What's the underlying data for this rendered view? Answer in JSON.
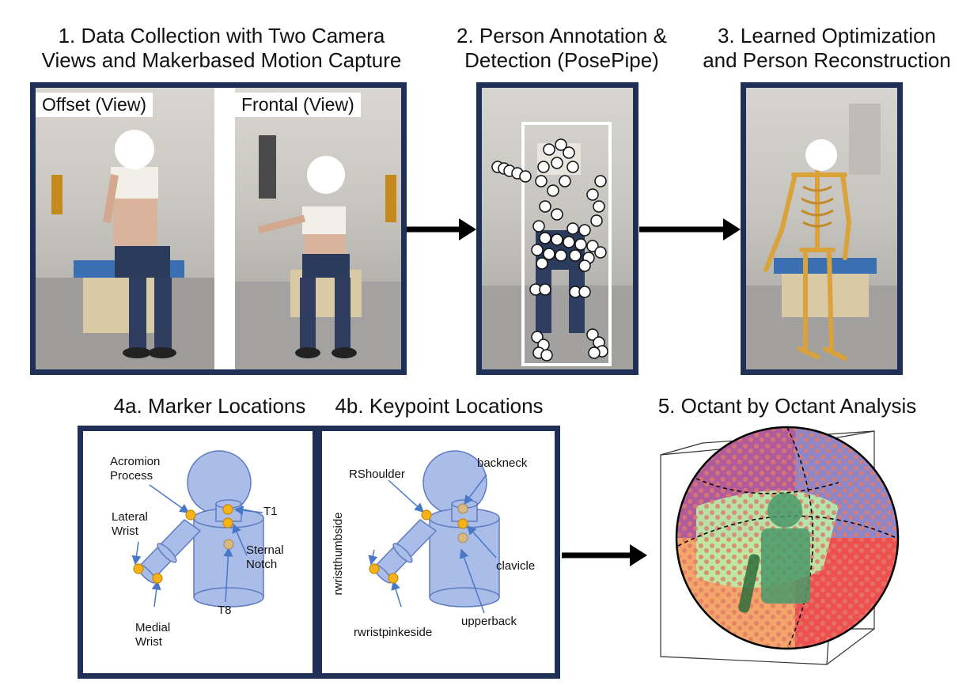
{
  "titles": {
    "t1_line1": "1. Data Collection with Two Camera",
    "t1_line2": "Views and Makerbased Motion Capture",
    "t2_line1": "2. Person Annotation &",
    "t2_line2": "Detection (PosePipe)",
    "t3_line1": "3. Learned Optimization",
    "t3_line2": "and Person Reconstruction",
    "t4a": "4a. Marker Locations",
    "t4b": "4b. Keypoint Locations",
    "t5": "5. Octant by Octant Analysis"
  },
  "panel1": {
    "offset_label": "Offset (View)",
    "frontal_label": "Frontal (View)"
  },
  "markers": {
    "acromion": "Acromion\nProcess",
    "t1": "T1",
    "lateral_wrist": "Lateral\nWrist",
    "sternal_notch": "Sternal\nNotch",
    "t8": "T8",
    "medial_wrist": "Medial\nWrist"
  },
  "keypoints": {
    "rshoulder": "RShoulder",
    "backneck": "backneck",
    "rwristthumbside": "rwristthumbside",
    "clavicle": "clavicle",
    "upperback": "upperback",
    "rwristpinkeside": "rwristpinkeside"
  },
  "colors": {
    "frame": "#1f2f56",
    "marker": "#f6b21a",
    "body": "#a9bde8",
    "bone": "#d9a23a"
  }
}
